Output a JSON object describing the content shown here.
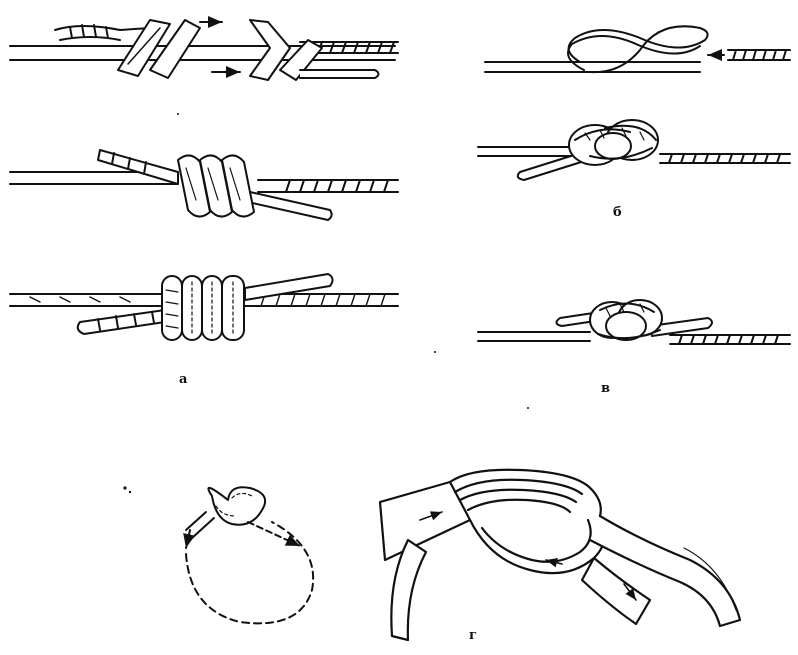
{
  "figure": {
    "panel_labels": {
      "a": "а",
      "b": "б",
      "v": "в",
      "g": "г"
    },
    "colors": {
      "ink": "#111111",
      "paper": "#ffffff"
    }
  }
}
